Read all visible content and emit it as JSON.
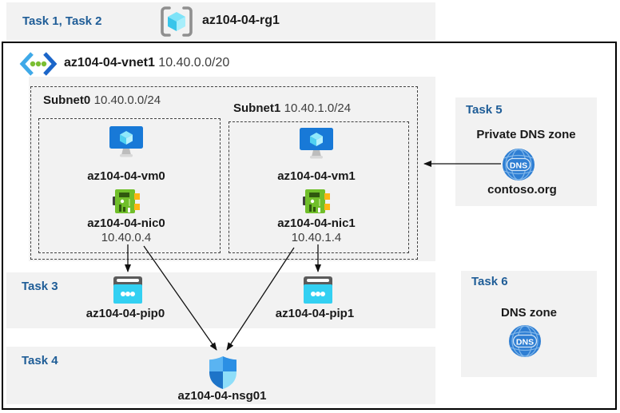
{
  "colors": {
    "panel_bg": "#f2f2f2",
    "task_label_blue": "#1f5d97",
    "vm_blue": "#1879d7",
    "nic_green": "#70bf2a",
    "pip_cyan": "#33d0f2",
    "dns_blue": "#2e7ed3",
    "frame_border": "#000000"
  },
  "header": {
    "tasks_label": "Task 1, Task 2",
    "resource_group": "az104-04-rg1"
  },
  "vnet": {
    "name": "az104-04-vnet1",
    "cidr": "10.40.0.0/20"
  },
  "subnets": [
    {
      "name": "Subnet0",
      "cidr": "10.40.0.0/24",
      "vm_name": "az104-04-vm0",
      "nic_name": "az104-04-nic0",
      "nic_ip": "10.40.0.4"
    },
    {
      "name": "Subnet1",
      "cidr": "10.40.1.0/24",
      "vm_name": "az104-04-vm1",
      "nic_name": "az104-04-nic1",
      "nic_ip": "10.40.1.4"
    }
  ],
  "task3": {
    "label": "Task 3",
    "pip0": "az104-04-pip0",
    "pip1": "az104-04-pip1"
  },
  "task4": {
    "label": "Task 4",
    "nsg_name": "az104-04-nsg01"
  },
  "task5": {
    "label": "Task 5",
    "title": "Private DNS zone",
    "zone_name": "contoso.org",
    "dns_icon_text": "DNS"
  },
  "task6": {
    "label": "Task 6",
    "title": "DNS zone",
    "dns_icon_text": "DNS"
  }
}
